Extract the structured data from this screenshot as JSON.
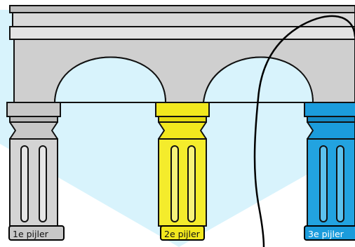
{
  "pillars": [
    {
      "label": "1e pijler",
      "color": "#c8c8c8"
    },
    {
      "label": "2e pijler",
      "color": "#f2e81e"
    },
    {
      "label": "3e pijler",
      "color": "#1b9cdc"
    }
  ],
  "colors": {
    "background_light_blue": "#d8f3fc",
    "arch_gray": "#cfcfcf",
    "outline": "#111111"
  }
}
